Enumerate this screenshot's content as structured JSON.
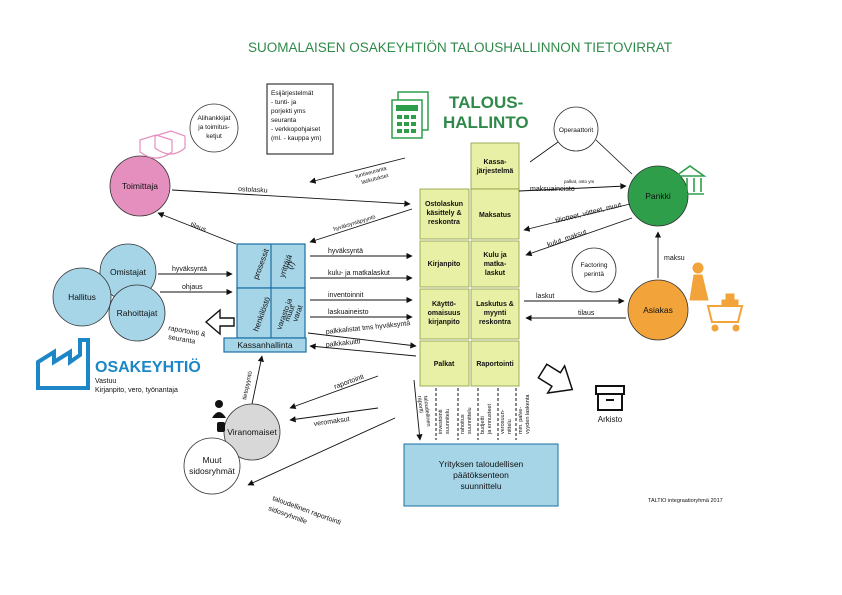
{
  "title": "SUOMALAISEN OSAKEYHTIÖN TALOUSHALLINNON TIETOVIRRAT",
  "brand": {
    "line1": "TALOUS-",
    "line2": "HALLINTO"
  },
  "credit": "TALTIO integraatioryhmä 2017",
  "legend_box": [
    "Esijärjestelmät",
    "- tunti- ja",
    "porjekti yms",
    "seuranta",
    "- verkkopohjaiset",
    "(ml. - kauppa ym)"
  ],
  "company": {
    "name": "OSAKEYHTIÖ",
    "sub1": "Vastuu",
    "sub2": "Kirjanpito, vero, työnantaja"
  },
  "nodes": {
    "toimittaja": "Toimittaja",
    "alihankkijat": [
      "Alihankkijat",
      "ja toimitus-",
      "ketjut"
    ],
    "omistajat": "Omistajat",
    "hallitus": "Hallitus",
    "rahoittajat": "Rahoittajat",
    "viranomaiset": "Viranomaiset",
    "muut": [
      "Muut",
      "sidosryhmät"
    ],
    "operaattorit": "Operaattorit",
    "pankki": "Pankki",
    "factoring": [
      "Factoring",
      "perintä"
    ],
    "asiakas": "Asiakas",
    "arkisto": "Arkisto"
  },
  "left_box": {
    "prosessit": "prosessit",
    "yrittaja": [
      "yrittäjä",
      "(/)"
    ],
    "henkilosto": "henkilöstö",
    "varasto": [
      "varasto ja",
      "muut",
      "varat"
    ],
    "kassanhallinta": "Kassanhallinta"
  },
  "grid": [
    {
      "left": "",
      "right": [
        "Kassa-",
        "järjestelmä"
      ]
    },
    {
      "left": [
        "Ostolaskun",
        "käsittely &",
        "reskontra"
      ],
      "right": [
        "Maksatus"
      ]
    },
    {
      "left": [
        "Kirjanpito"
      ],
      "right": [
        "Kulu ja",
        "matka-",
        "laskut"
      ]
    },
    {
      "left": [
        "Käyttö-",
        "omaisuus",
        "kirjanpito"
      ],
      "right": [
        "Laskutus &",
        "myynti",
        "reskontra"
      ]
    },
    {
      "left": [
        "Palkat"
      ],
      "right": [
        "Raportointi"
      ]
    }
  ],
  "decision_box": [
    "Yrityksen taloudellisen",
    "päätöksenteon",
    "suunnittelu"
  ],
  "flows": {
    "ostolasku": "ostolasku",
    "tilaus_left": "tilaus",
    "hyvaksynta_top": "hyväksyntäpyyntö",
    "tuntiseuranta": [
      "tuntiseuranta",
      "laskutukset"
    ],
    "hyvaksynta": "hyväksyntä",
    "kulu_matka": "kulu- ja matkalaskut",
    "inventoinnit": "inventoinnit",
    "laskuaineisto": "laskuaineisto",
    "owner_hyvaksynta": "hyväksyntä",
    "ohjaus": "ohjaus",
    "raportointi_seuranta": [
      "raportointi &",
      "seuranta"
    ],
    "palkkalistat": "palkkalistat tms hyväksyntä",
    "palkkakuitti": "palkkakuitti",
    "raportointi_v": "raportointi",
    "veromaksut": "veromaksut",
    "tietopyynto": "tietopyyntö",
    "taloudellinen_raportointi": [
      "taloudellinen raportointi",
      "sidosryhmille"
    ],
    "taloudellinen_raportti": [
      "taloudellinen",
      "raportti"
    ],
    "palkat_ajot": "palkat, osto ym",
    "maksuaineisto": "maksuaineisto",
    "tiliotteet": "tiliotteet, viitteet, muut",
    "kulut_maksut": "kulut, maksut",
    "maksu": "maksu",
    "laskut": "laskut",
    "tilaus_right": "tilaus",
    "dashed": [
      [
        "investointi",
        "suunnitelu"
      ],
      [
        "rahoitus",
        "suunnittelu"
      ],
      [
        "budjetti",
        "ja ennusteet"
      ],
      [
        "verosuun-",
        "nittelu"
      ],
      [
        "mm. palve-",
        "vyyden laskenta"
      ]
    ]
  },
  "colors": {
    "green_title": "#2f8a4a",
    "blue": "#a6d5e8",
    "blue_stroke": "#1a6fa3",
    "yellow": "#e8f0a6",
    "pink": "#e58fbf",
    "green_node": "#2e9e4a",
    "orange": "#f2a33a",
    "osakeyhtio_blue": "#1c86c6"
  }
}
